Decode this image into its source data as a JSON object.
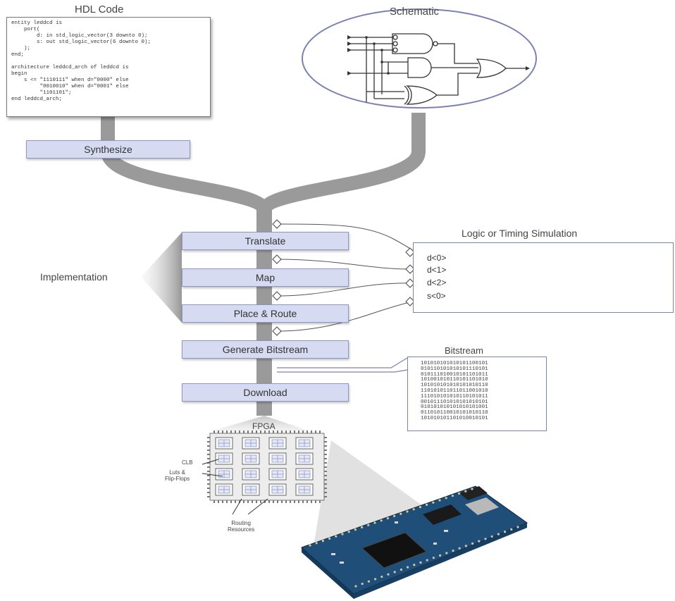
{
  "hdl": {
    "title": "HDL Code",
    "lines": [
      "entity leddcd is",
      "    port(",
      "        d: in std_logic_vector(3 downto 0);",
      "        s: out std_logic_vector(6 downto 0);",
      "    );",
      "end;",
      "",
      "architecture leddcd_arch of leddcd is",
      "begin",
      "    s <= \"1110111\" when d=\"0000\" else",
      "         \"0010010\" when d=\"0001\" else",
      "         \"1101101\";",
      "end leddcd_arch;"
    ]
  },
  "schematic": {
    "title": "Schematic"
  },
  "steps": {
    "synthesize": "Synthesize",
    "translate": "Translate",
    "map": "Map",
    "place_route": "Place & Route",
    "generate_bitstream": "Generate Bitstream",
    "download": "Download"
  },
  "implementation_label": "Implementation",
  "simulation": {
    "title": "Logic or Timing Simulation",
    "signals": [
      "d<0>",
      "d<1>",
      "d<2>",
      "s<0>"
    ]
  },
  "bitstream": {
    "title": "Bitstream",
    "rows": [
      "101010101010101100101",
      "010110101010101110101",
      "010111010010101101011",
      "101001010110101101010",
      "101010101010101010110",
      "110101011011011001010",
      "111010101010110101011",
      "001011101010101010101",
      "010101010101010101001",
      "011010110010101010110",
      "101010101101010010101"
    ]
  },
  "fpga": {
    "title": "FPGA",
    "clb_label": "CLB",
    "luts_label": "Luts &\nFlip-Flops",
    "routing_label": "Routing\nResources"
  },
  "colors": {
    "step_fill": "#d6dbf2",
    "step_border": "#8e96c2",
    "flow_gray": "#9a9a9a",
    "circle_border": "#7a82b4",
    "board_blue": "#2e5c86"
  }
}
